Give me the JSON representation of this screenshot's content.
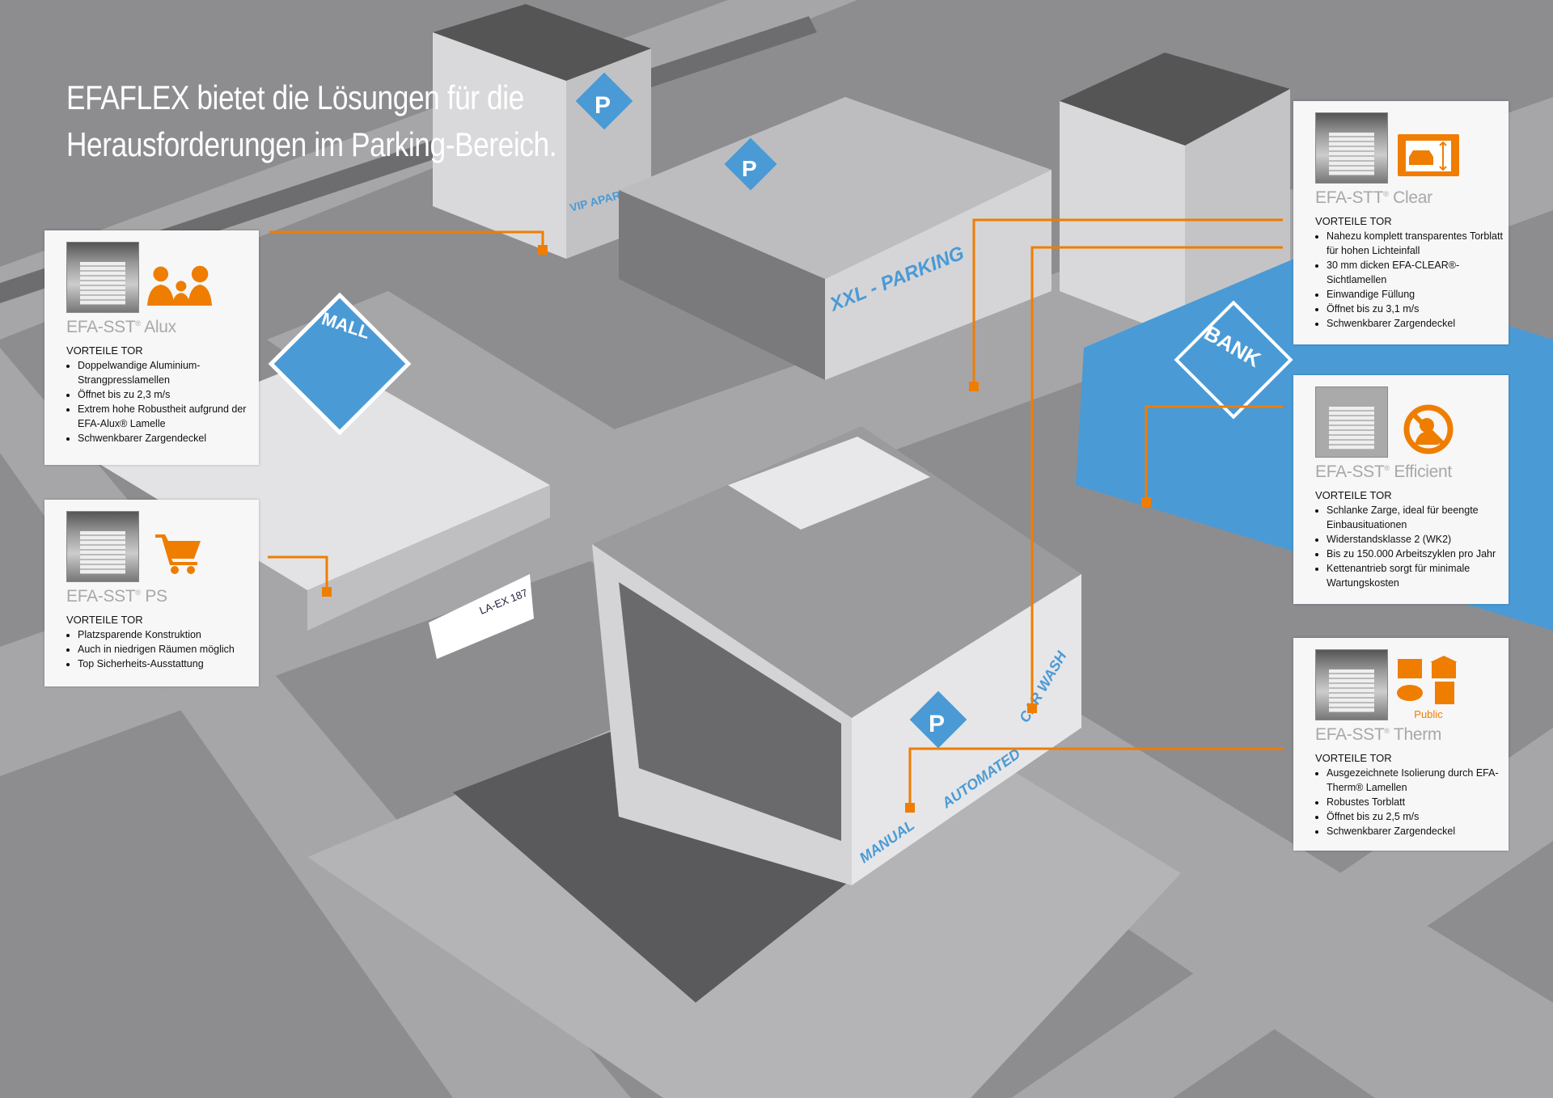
{
  "title": {
    "line1": "EFAFLEX bietet die Lösungen für die",
    "line2": "Herausforderungen im Parking-Bereich."
  },
  "colors": {
    "accent": "#ef7d00",
    "sign_blue": "#4a9ad6",
    "ground": "#8d8d90",
    "road": "#a6a6a9"
  },
  "scene_labels": {
    "vip": "VIP APARTEMENTS",
    "xxl": "XXL - PARKING",
    "mall": "MALL",
    "bank": "BANK",
    "carwash": "CAR WASH",
    "manual": "MANUAL",
    "automated": "AUTOMATED",
    "plate": "LA-EX 187",
    "parking_sign": "P"
  },
  "panels": [
    {
      "name_main": "EFA-SST",
      "name_suffix": "Alux",
      "icon": "family-icon",
      "heading": "VORTEILE TOR",
      "items": [
        "Doppelwandige Aluminium-Strangpresslamellen",
        "Öffnet bis zu 2,3 m/s",
        "Extrem hohe Robustheit aufgrund der EFA-Alux® Lamelle",
        "Schwenkbarer Zargendeckel"
      ]
    },
    {
      "name_main": "EFA-SST",
      "name_suffix": "PS",
      "icon": "shopping-cart-icon",
      "heading": "VORTEILE TOR",
      "items": [
        "Platzsparende Konstruktion",
        "Auch in niedrigen Räumen möglich",
        "Top Sicherheits-Ausstattung"
      ]
    },
    {
      "name_main": "EFA-STT",
      "name_suffix": "Clear",
      "icon": "car-height-icon",
      "heading": "VORTEILE TOR",
      "items": [
        "Nahezu komplett transparentes Torblatt für hohen Lichteinfall",
        "30 mm dicken EFA-CLEAR®-Sichtlamellen",
        "Einwandige Füllung",
        "Öffnet bis zu 3,1 m/s",
        "Schwenkbarer Zargendeckel"
      ]
    },
    {
      "name_main": "EFA-SST",
      "name_suffix": "Efficient",
      "icon": "no-burglar-icon",
      "heading": "VORTEILE TOR",
      "items": [
        "Schlanke Zarge, ideal für beengte Einbausituationen",
        "Widerstandsklasse 2 (WK2)",
        "Bis zu 150.000 Arbeitszyklen pro Jahr",
        "Kettenantrieb sorgt für minimale Wartungskosten"
      ]
    },
    {
      "name_main": "EFA-SST",
      "name_suffix": "Therm",
      "icon": "public-buildings-icon",
      "icon_label": "Public",
      "heading": "VORTEILE TOR",
      "items": [
        "Ausgezeichnete Isolierung durch EFA-Therm® Lamellen",
        "Robustes Torblatt",
        "Öffnet bis zu 2,5 m/s",
        "Schwenkbarer Zargendeckel"
      ]
    }
  ]
}
